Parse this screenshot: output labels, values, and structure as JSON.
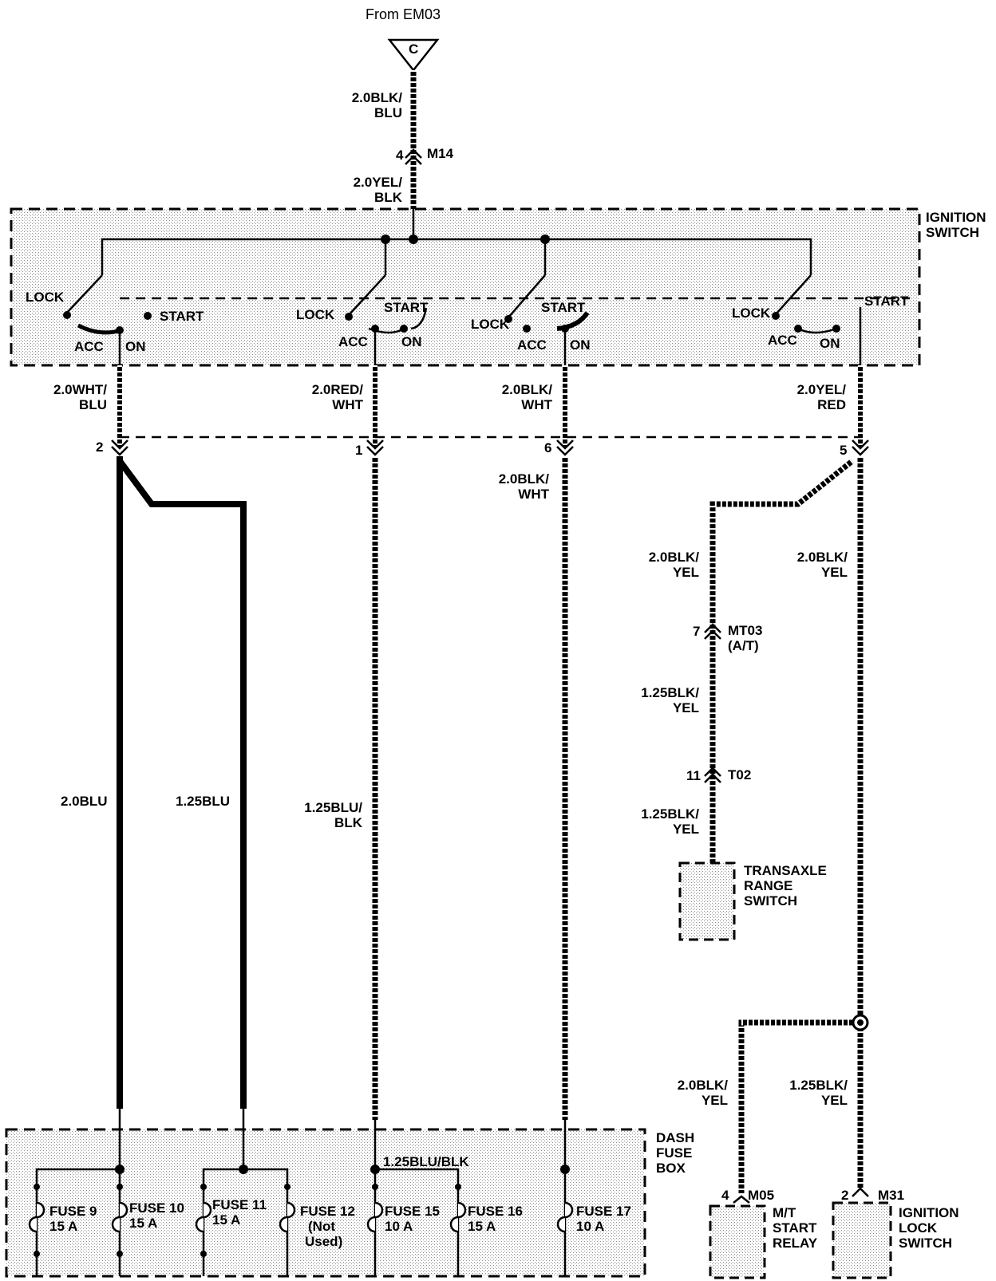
{
  "header": {
    "from_label": "From EM03",
    "connector_letter": "C"
  },
  "top_wire": {
    "upper": [
      "2.0BLK/",
      "BLU"
    ],
    "conn_pin": "4",
    "conn_name": "M14",
    "lower": [
      "2.0YEL/",
      "BLK"
    ]
  },
  "ignition_switch": {
    "title": [
      "IGNITION",
      "SWITCH"
    ],
    "sections": [
      {
        "lock": "LOCK",
        "acc": "ACC",
        "on": "ON",
        "start": "START"
      },
      {
        "lock": "LOCK",
        "acc": "ACC",
        "on": "ON",
        "start": "START"
      },
      {
        "lock": "LOCK",
        "acc": "ACC",
        "on": "ON",
        "start": "START"
      },
      {
        "lock": "LOCK",
        "acc": "ACC",
        "on": "ON",
        "start": "START"
      }
    ]
  },
  "switch_outputs": [
    {
      "wire": [
        "2.0WHT/",
        "BLU"
      ],
      "pin": "2"
    },
    {
      "wire": [
        "2.0RED/",
        "WHT"
      ],
      "pin": "1"
    },
    {
      "wire": [
        "2.0BLK/",
        "WHT"
      ],
      "pin": "6"
    },
    {
      "wire": [
        "2.0YEL/",
        "RED"
      ],
      "pin": "5"
    }
  ],
  "wires": {
    "col1_left": "2.0BLU",
    "col1_right": "1.25BLU",
    "col2": [
      "1.25BLU/",
      "BLK"
    ],
    "col3": [
      "2.0BLK/",
      "WHT"
    ],
    "tr_upper": [
      "2.0BLK/",
      "YEL"
    ],
    "ign_upper": [
      "2.0BLK/",
      "YEL"
    ],
    "mt03_pin": "7",
    "mt03_name": [
      "MT03",
      "(A/T)"
    ],
    "tr_mid": [
      "1.25BLK/",
      "YEL"
    ],
    "t02_pin": "11",
    "t02_name": "T02",
    "tr_lower": [
      "1.25BLK/",
      "YEL"
    ],
    "mt_relay_wire": [
      "2.0BLK/",
      "YEL"
    ],
    "lock_switch_wire": [
      "1.25BLK/",
      "YEL"
    ]
  },
  "transaxle": {
    "name": [
      "TRANSAXLE",
      "RANGE",
      "SWITCH"
    ]
  },
  "dash_fuse_box": {
    "title": [
      "DASH",
      "FUSE",
      "BOX"
    ],
    "bus_label": "1.25BLU/BLK",
    "fuses": [
      {
        "name": "FUSE 9",
        "rating": "15 A"
      },
      {
        "name": "FUSE 10",
        "rating": "15 A"
      },
      {
        "name": "FUSE 11",
        "rating": "15 A"
      },
      {
        "name": "FUSE 12",
        "rating": "(Not",
        "note": "Used)"
      },
      {
        "name": "FUSE 15",
        "rating": "10 A"
      },
      {
        "name": "FUSE 16",
        "rating": "15 A"
      },
      {
        "name": "FUSE 17",
        "rating": "10 A"
      }
    ]
  },
  "mt_relay": {
    "pin": "4",
    "conn": "M05",
    "name": [
      "M/T",
      "START",
      "RELAY"
    ]
  },
  "lock_switch": {
    "pin": "2",
    "conn": "M31",
    "name": [
      "IGNITION",
      "LOCK",
      "SWITCH"
    ]
  }
}
